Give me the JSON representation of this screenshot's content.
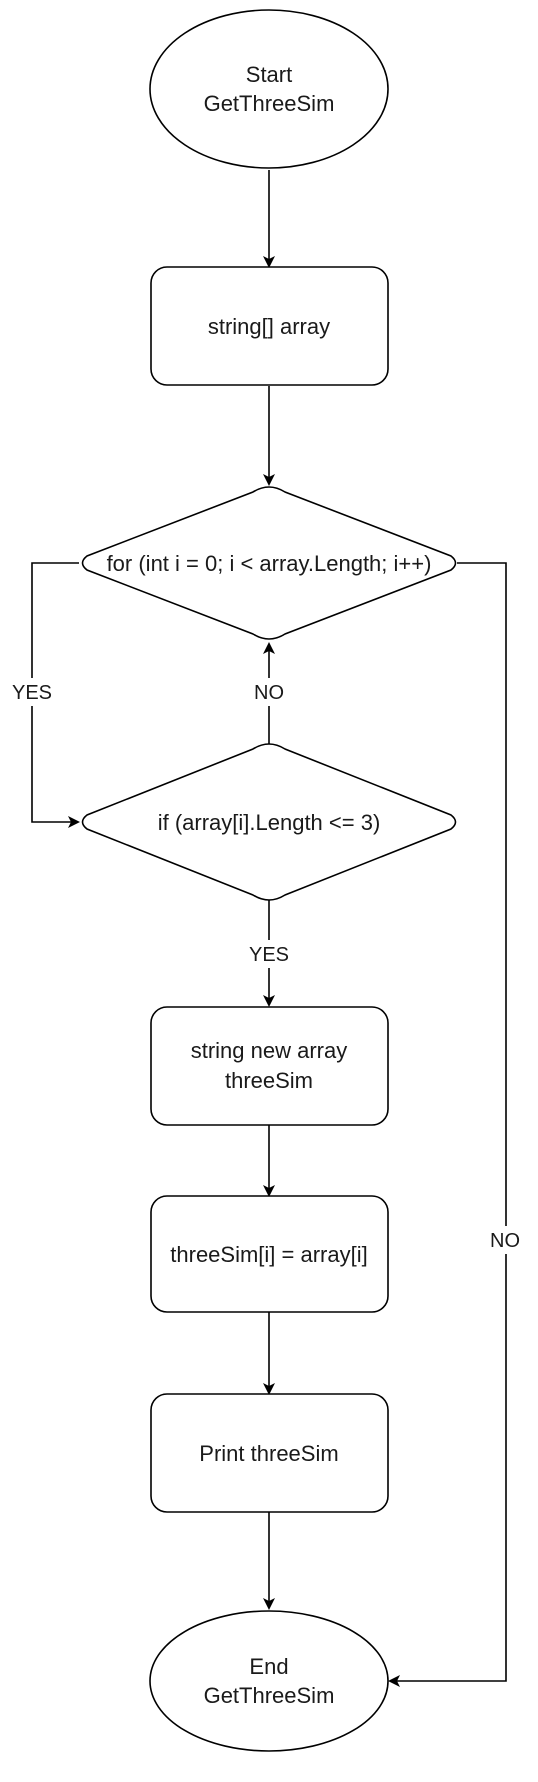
{
  "diagram": {
    "nodes": {
      "start": {
        "line1": "Start",
        "line2": "GetThreeSim"
      },
      "array_decl": {
        "label": "string[] array"
      },
      "for_loop": {
        "label": "for (int i = 0; i < array.Length; i++)"
      },
      "if_check": {
        "label": "if (array[i].Length <= 3)"
      },
      "new_array": {
        "line1": "string new array",
        "line2": "threeSim"
      },
      "assign": {
        "label": "threeSim[i] = array[i]"
      },
      "print": {
        "label": "Print threeSim"
      },
      "end": {
        "line1": "End",
        "line2": "GetThreeSim"
      }
    },
    "edges": {
      "loop_yes": "YES",
      "if_no": "NO",
      "if_yes": "YES",
      "loop_no": "NO"
    }
  }
}
